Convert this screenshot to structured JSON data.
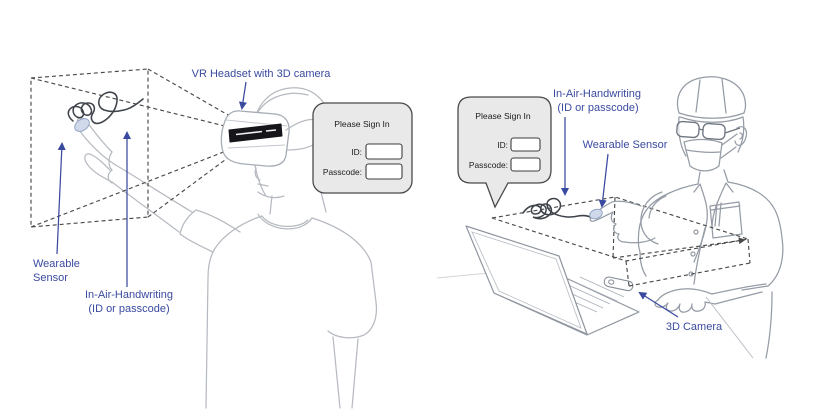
{
  "left": {
    "headset_label": "VR Headset with 3D camera",
    "wearable_line1": "Wearable",
    "wearable_line2": "Sensor",
    "handwriting_line1": "In-Air-Handwriting",
    "handwriting_line2": "(ID or passcode)",
    "handwriting_glyph": "mirrored-cursive-signature",
    "dialog": {
      "title": "Please Sign In",
      "id_label": "ID:",
      "passcode_label": "Passcode:"
    }
  },
  "right": {
    "handwriting_line1": "In-Air-Handwriting",
    "handwriting_line2": "(ID or passcode)",
    "wearable_label": "Wearable Sensor",
    "camera_label": "3D Camera",
    "handwriting_glyph": "mirrored-cursive-signature",
    "dialog": {
      "title": "Please Sign In",
      "id_label": "ID:",
      "passcode_label": "Passcode:"
    }
  },
  "colors": {
    "label_blue": "#3a4aa0",
    "dashed_gray": "#4a4a4a",
    "person_sketch": "#b6bac1",
    "doctor_sketch": "#959ca6",
    "handwriting_ink": "#3f444b",
    "dialog_fill": "#e9e9e9",
    "sensor_fill": "#cfd9ea"
  }
}
